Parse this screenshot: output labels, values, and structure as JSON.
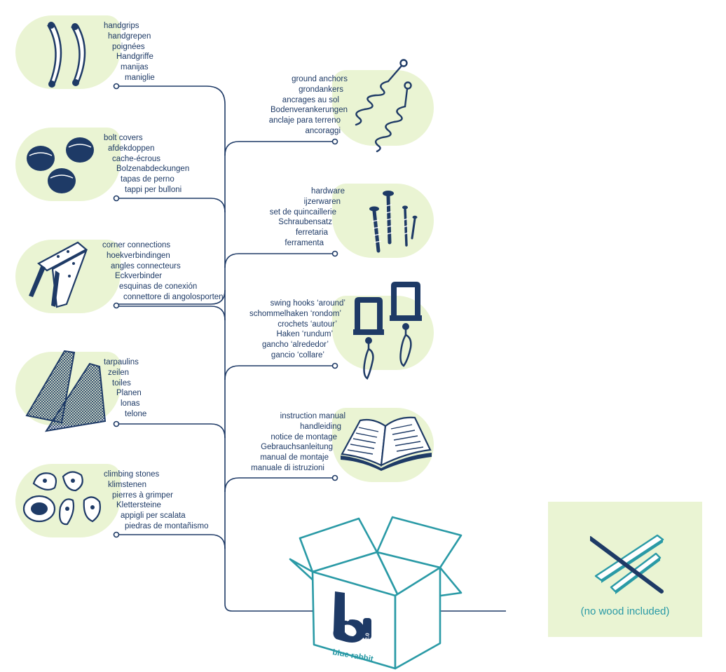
{
  "left_items": [
    {
      "id": "handgrips",
      "icon": "handgrip-icon",
      "labels": [
        "handgrips",
        "handgrepen",
        "poignées",
        "Handgriffe",
        "manijas",
        "maniglie"
      ]
    },
    {
      "id": "bolt-covers",
      "icon": "bolt-cover-icon",
      "labels": [
        "bolt covers",
        "afdekdoppen",
        "cache-écrous",
        "Bolzenabdeckungen",
        "tapas de perno",
        "tappi per bulloni"
      ]
    },
    {
      "id": "corner-connections",
      "icon": "corner-bracket-icon",
      "labels": [
        "corner connections",
        "hoekverbindingen",
        "angles connecteurs",
        "Eckverbinder",
        "esquinas de conexión",
        "connettore di angolosporten"
      ]
    },
    {
      "id": "tarpaulins",
      "icon": "tarpaulin-icon",
      "labels": [
        "tarpaulins",
        "zeilen",
        "toiles",
        "Planen",
        "lonas",
        "telone"
      ]
    },
    {
      "id": "climbing-stones",
      "icon": "climbing-stone-icon",
      "labels": [
        "climbing stones",
        "klimstenen",
        "pierres à grimper",
        "Klettersteine",
        "appigli per scalata",
        "piedras de montañismo"
      ]
    }
  ],
  "right_items": [
    {
      "id": "ground-anchors",
      "icon": "ground-anchor-icon",
      "labels": [
        "ground anchors",
        "grondankers",
        "ancrages au sol",
        "Bodenverankerungen",
        "anclaje para terreno",
        "ancoraggi"
      ]
    },
    {
      "id": "hardware",
      "icon": "screw-icon",
      "labels": [
        "hardware",
        "ijzerwaren",
        "set de quincaillerie",
        "Schraubensatz",
        "ferretaria",
        "ferramenta"
      ]
    },
    {
      "id": "swing-hooks",
      "icon": "swing-hook-icon",
      "labels": [
        "swing hooks ‘around’",
        "schommelhaken ‘rondom’",
        "crochets ‘autour’",
        "Haken ‘rundum’",
        "gancho ‘alrededor’",
        "gancio ‘collare’"
      ]
    },
    {
      "id": "instruction-manual",
      "icon": "book-icon",
      "labels": [
        "instruction manual",
        "handleiding",
        "notice de montage",
        "Gebrauchsanleitung",
        "manual de montaje",
        "manuale di istruzioni"
      ]
    }
  ],
  "box": {
    "brand": "blue rabbit",
    "version": "2.0",
    "icon": "cardboard-box-icon"
  },
  "no_wood": {
    "text": "(no wood included)",
    "icon": "crossed-wood-icon"
  },
  "colors": {
    "navy": "#1e3a66",
    "teal": "#2a9aa6",
    "light_green": "#eaf4d3"
  }
}
